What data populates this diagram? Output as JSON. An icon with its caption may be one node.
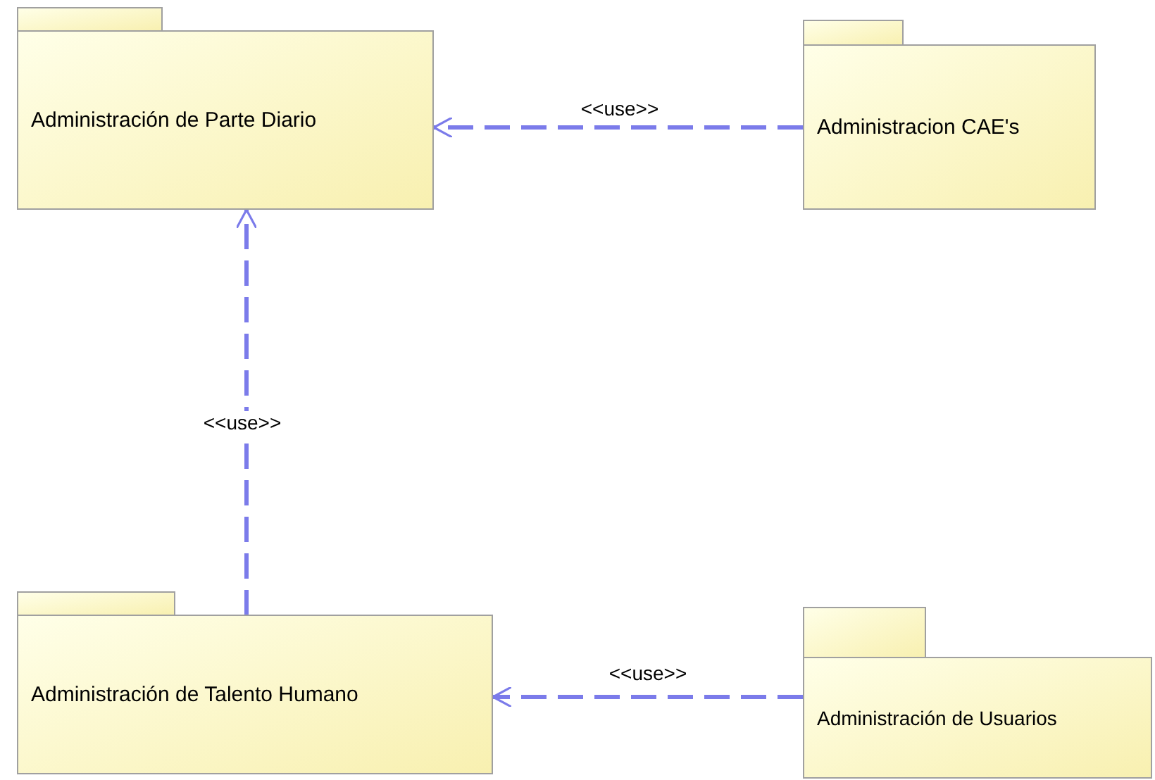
{
  "diagram": {
    "nodes": [
      {
        "text": [
          "Administración de Parte Diario"
        ]
      },
      {
        "text": [
          "Administracion CAE's"
        ]
      },
      {
        "text": [
          "Administración de Talento Humano"
        ]
      },
      {
        "text": [
          "Administración de Usuarios"
        ]
      }
    ],
    "edges": [
      {
        "from": 1,
        "to": 0,
        "arrow": "to",
        "label": "<<use>>",
        "style": "dashed"
      },
      {
        "from": 2,
        "to": 0,
        "arrow": "to",
        "label": "<<use>>",
        "style": "dashed"
      },
      {
        "from": 3,
        "to": 2,
        "arrow": "to",
        "label": "<<use>>",
        "style": "dashed"
      }
    ]
  }
}
